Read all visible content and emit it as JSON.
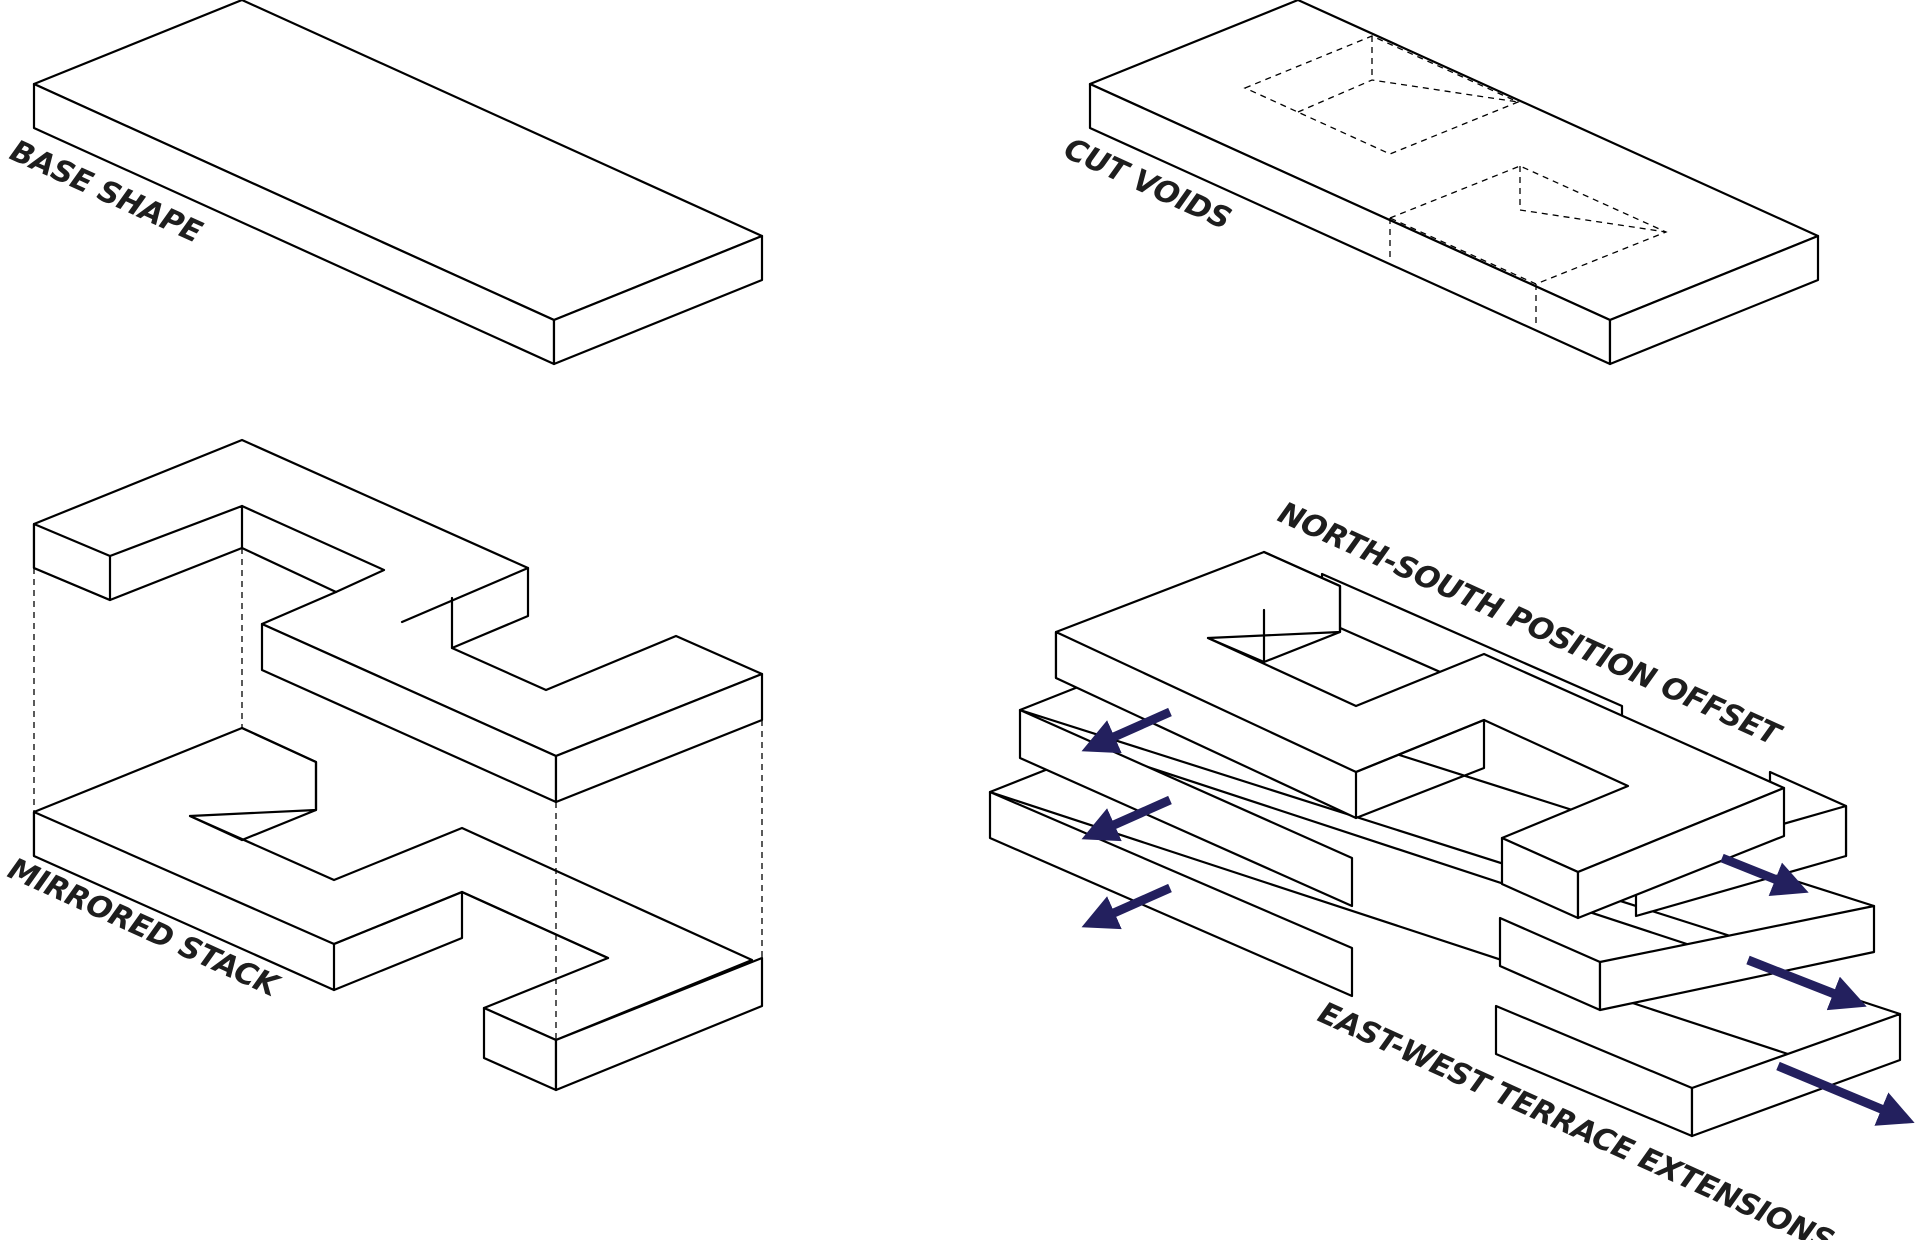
{
  "labels": {
    "base_shape": "BASE SHAPE",
    "cut_voids": "CUT VOIDS",
    "mirrored_stack": "MIRRORED STACK",
    "ns_offset": "NORTH-SOUTH POSITION OFFSET",
    "ew_terrace": "EAST-WEST TERRACE EXTENSIONS"
  },
  "colors": {
    "arrow": "#23205e",
    "line": "#000000",
    "label": "#1e1e1e"
  }
}
